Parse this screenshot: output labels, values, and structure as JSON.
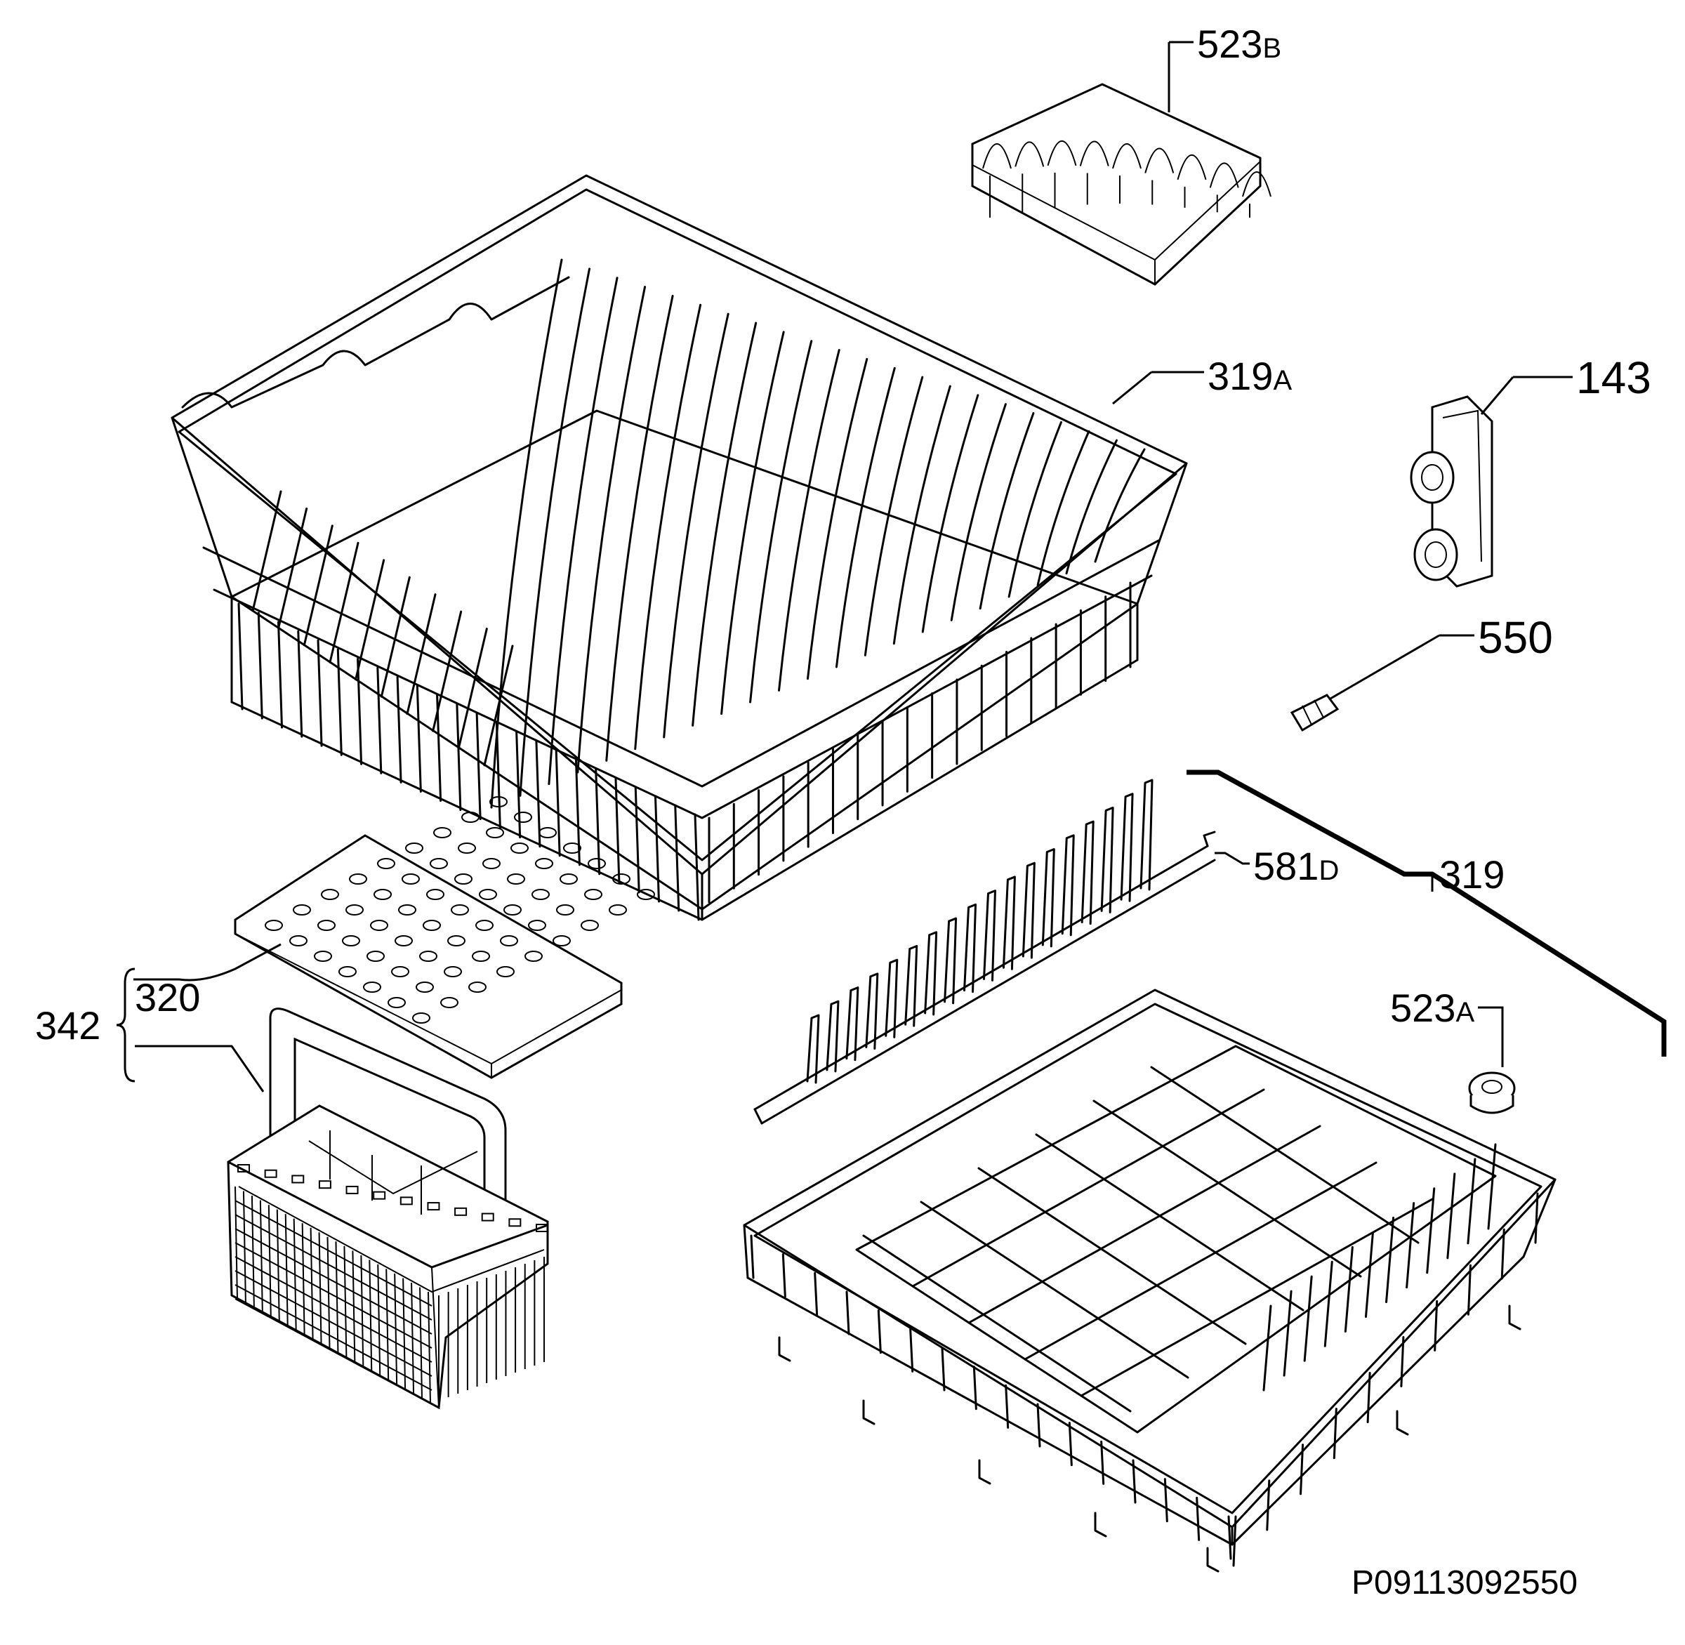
{
  "labels": {
    "l523b": "523",
    "l523b_suffix": "B",
    "l319a": "319",
    "l319a_suffix": "A",
    "l143": "143",
    "l550": "550",
    "l581d": "581",
    "l581d_suffix": "D",
    "l319": "319",
    "l523a": "523",
    "l523a_suffix": "A",
    "l342": "342",
    "l320": "320"
  },
  "drawing_number": "P09113092550"
}
